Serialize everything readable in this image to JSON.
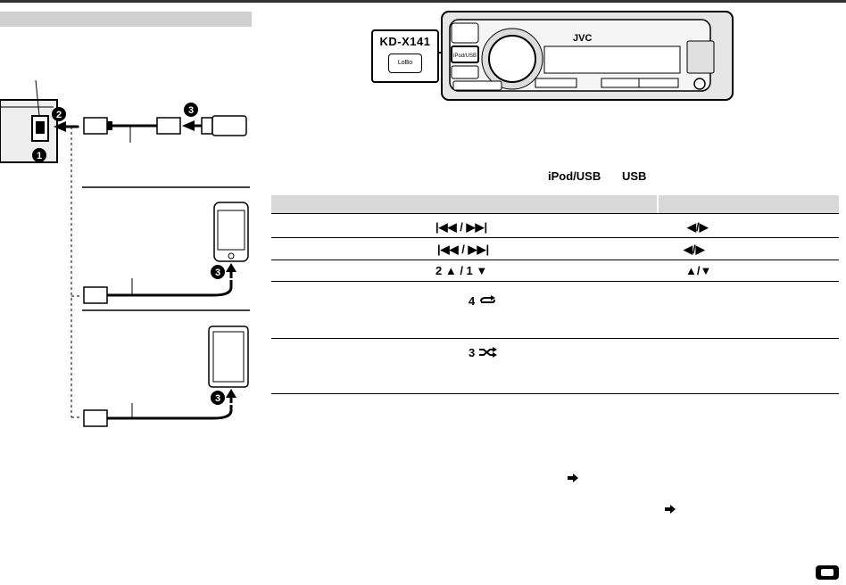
{
  "device": {
    "model": "KD-X141",
    "brand": "JVC",
    "buttons": {
      "ipod_usb": "iPod/USB",
      "lobby": "LoBo"
    }
  },
  "header": {
    "source_buttons_text": "iPod/USB",
    "source_buttons_or": "USB"
  },
  "table": {
    "rows": [
      {
        "col1": "|◀◀ / ▶▶|",
        "col2": "◀/▶"
      },
      {
        "col1": "|◀◀ / ▶▶|",
        "col2": "◀/▶"
      },
      {
        "col1": "2 ▲ / 1 ▼",
        "col2": "▲/▼"
      },
      {
        "col1": "4",
        "col2": ""
      },
      {
        "col1": "3",
        "col2": ""
      }
    ]
  },
  "steps": {
    "step1": "1",
    "step2": "2",
    "step3": "3"
  },
  "colors": {
    "gray_bar": "#cfcfcf",
    "table_header": "#d8d8d8"
  }
}
